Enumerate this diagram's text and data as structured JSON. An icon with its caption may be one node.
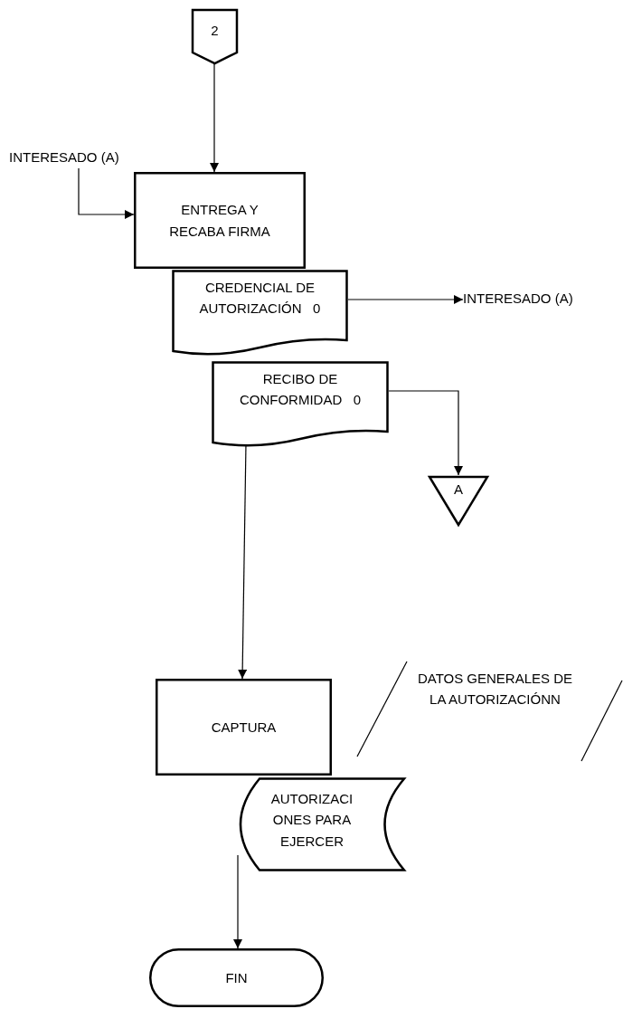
{
  "diagram": {
    "nodes": [
      {
        "text": [
          "2"
        ]
      },
      {
        "text": [
          "INTERESADO (A)"
        ]
      },
      {
        "text": [
          "ENTREGA Y RECABA FIRMA"
        ]
      },
      {
        "text": [
          "CREDENCIAL DE AUTORIZACIÓN   0"
        ]
      },
      {
        "text": [
          "INTERESADO (A)"
        ]
      },
      {
        "text": [
          "RECIBO DE CONFORMIDAD   0"
        ]
      },
      {
        "text": [
          "A"
        ]
      },
      {
        "text": [
          "CAPTURA"
        ]
      },
      {
        "text": [
          "AUTORIZACI ONES PARA EJERCER"
        ]
      },
      {
        "text": [
          "DATOS GENERALES DE LA AUTORIZACIÓNN"
        ]
      },
      {
        "text": [
          "FIN"
        ]
      }
    ],
    "edges": [
      {
        "from": 0,
        "to": 2,
        "arrow": "to"
      },
      {
        "from": 1,
        "to": 2,
        "arrow": "to"
      },
      {
        "from": 3,
        "to": 4,
        "arrow": "to"
      },
      {
        "from": 5,
        "to": 6,
        "arrow": "to"
      },
      {
        "from": 5,
        "to": 7,
        "arrow": "to"
      },
      {
        "from": 8,
        "to": 10,
        "arrow": "to"
      }
    ]
  }
}
